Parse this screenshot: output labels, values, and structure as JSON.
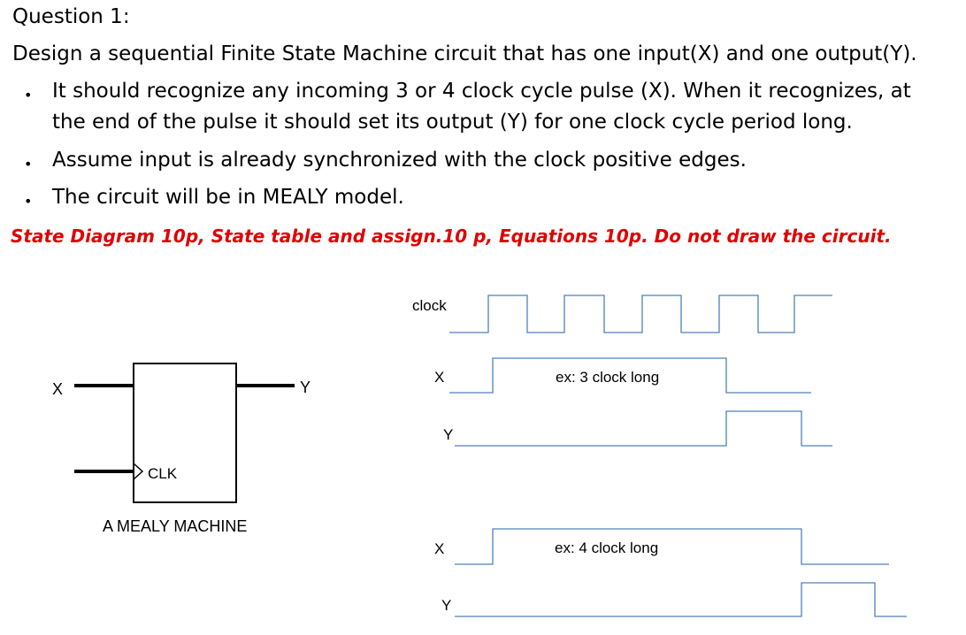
{
  "question": {
    "title": "Question 1:",
    "lead": "Design a sequential Finite State Machine circuit that has one input(X) and one output(Y).",
    "bullets": [
      {
        "line1": "It should recognize any incoming 3 or 4 clock cycle pulse (X). When it recognizes, at",
        "line2": "the end of the pulse it should set its output (Y) for one clock cycle period long."
      },
      {
        "line1": "Assume input is already synchronized with the clock positive edges."
      },
      {
        "line1": "The circuit will be in MEALY model."
      }
    ],
    "grading": "State Diagram 10p, State table and assign.10 p, Equations 10p. Do not draw the circuit."
  },
  "block_diagram": {
    "input_label": "X",
    "output_label": "Y",
    "clock_label": "CLK",
    "caption": "A MEALY MACHINE"
  },
  "timing": {
    "clock_label": "clock",
    "example1": {
      "x_label": "X",
      "y_label": "Y",
      "note": "ex: 3 clock long"
    },
    "example2": {
      "x_label": "X",
      "y_label": "Y",
      "note": "ex: 4 clock long"
    }
  },
  "colors": {
    "grading": "#e00000",
    "waveform": "#4f81bd"
  }
}
